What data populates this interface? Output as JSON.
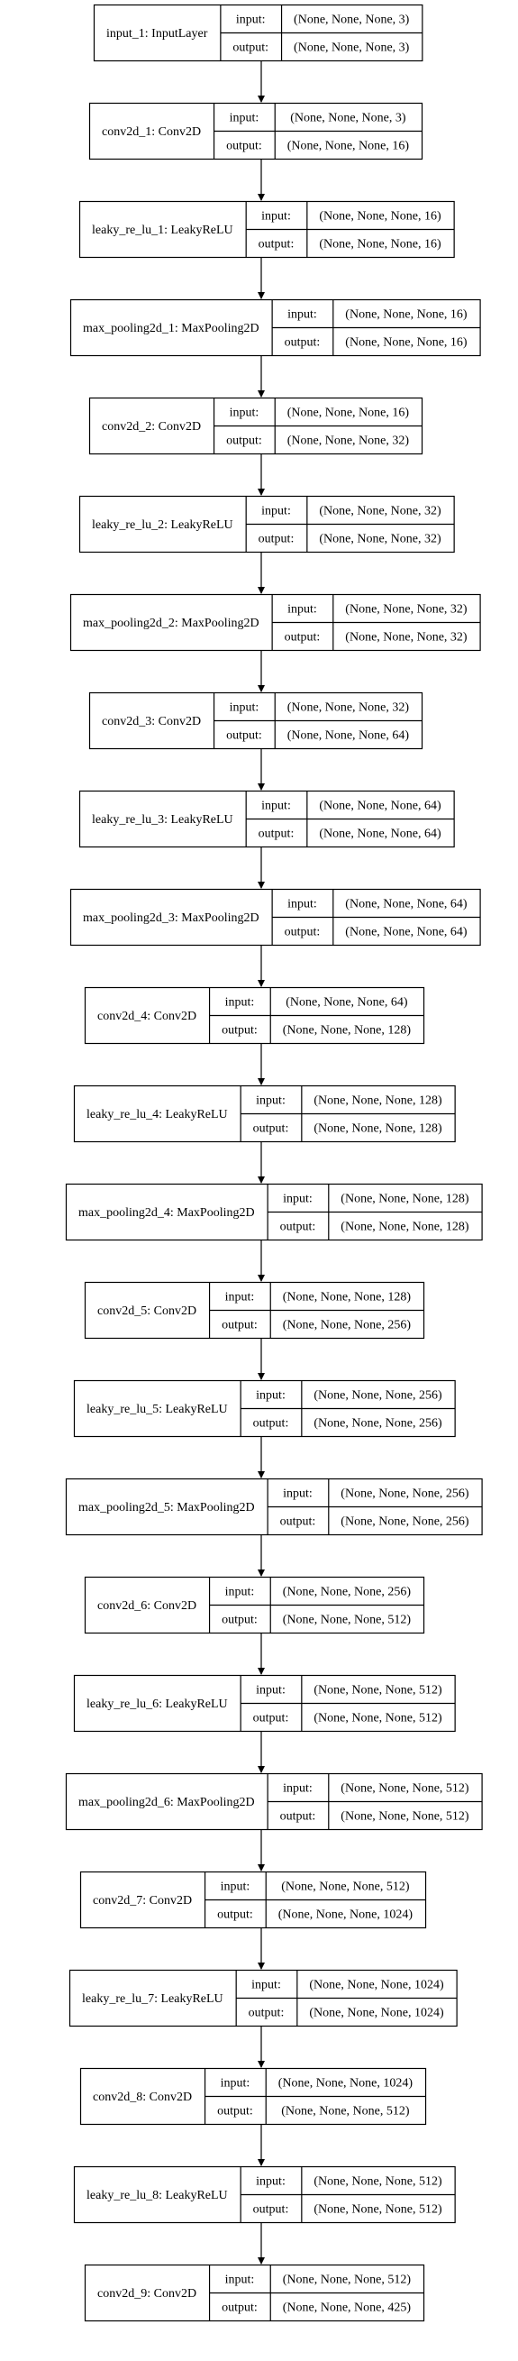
{
  "port_labels": {
    "input": "input:",
    "output": "output:"
  },
  "layers": [
    {
      "name": "input_1: InputLayer",
      "input": "(None, None, None, 3)",
      "output": "(None, None, None, 3)"
    },
    {
      "name": "conv2d_1: Conv2D",
      "input": "(None, None, None, 3)",
      "output": "(None, None, None, 16)"
    },
    {
      "name": "leaky_re_lu_1: LeakyReLU",
      "input": "(None, None, None, 16)",
      "output": "(None, None, None, 16)"
    },
    {
      "name": "max_pooling2d_1: MaxPooling2D",
      "input": "(None, None, None, 16)",
      "output": "(None, None, None, 16)"
    },
    {
      "name": "conv2d_2: Conv2D",
      "input": "(None, None, None, 16)",
      "output": "(None, None, None, 32)"
    },
    {
      "name": "leaky_re_lu_2: LeakyReLU",
      "input": "(None, None, None, 32)",
      "output": "(None, None, None, 32)"
    },
    {
      "name": "max_pooling2d_2: MaxPooling2D",
      "input": "(None, None, None, 32)",
      "output": "(None, None, None, 32)"
    },
    {
      "name": "conv2d_3: Conv2D",
      "input": "(None, None, None, 32)",
      "output": "(None, None, None, 64)"
    },
    {
      "name": "leaky_re_lu_3: LeakyReLU",
      "input": "(None, None, None, 64)",
      "output": "(None, None, None, 64)"
    },
    {
      "name": "max_pooling2d_3: MaxPooling2D",
      "input": "(None, None, None, 64)",
      "output": "(None, None, None, 64)"
    },
    {
      "name": "conv2d_4: Conv2D",
      "input": "(None, None, None, 64)",
      "output": "(None, None, None, 128)"
    },
    {
      "name": "leaky_re_lu_4: LeakyReLU",
      "input": "(None, None, None, 128)",
      "output": "(None, None, None, 128)"
    },
    {
      "name": "max_pooling2d_4: MaxPooling2D",
      "input": "(None, None, None, 128)",
      "output": "(None, None, None, 128)"
    },
    {
      "name": "conv2d_5: Conv2D",
      "input": "(None, None, None, 128)",
      "output": "(None, None, None, 256)"
    },
    {
      "name": "leaky_re_lu_5: LeakyReLU",
      "input": "(None, None, None, 256)",
      "output": "(None, None, None, 256)"
    },
    {
      "name": "max_pooling2d_5: MaxPooling2D",
      "input": "(None, None, None, 256)",
      "output": "(None, None, None, 256)"
    },
    {
      "name": "conv2d_6: Conv2D",
      "input": "(None, None, None, 256)",
      "output": "(None, None, None, 512)"
    },
    {
      "name": "leaky_re_lu_6: LeakyReLU",
      "input": "(None, None, None, 512)",
      "output": "(None, None, None, 512)"
    },
    {
      "name": "max_pooling2d_6: MaxPooling2D",
      "input": "(None, None, None, 512)",
      "output": "(None, None, None, 512)"
    },
    {
      "name": "conv2d_7: Conv2D",
      "input": "(None, None, None, 512)",
      "output": "(None, None, None, 1024)"
    },
    {
      "name": "leaky_re_lu_7: LeakyReLU",
      "input": "(None, None, None, 1024)",
      "output": "(None, None, None, 1024)"
    },
    {
      "name": "conv2d_8: Conv2D",
      "input": "(None, None, None, 1024)",
      "output": "(None, None, None, 512)"
    },
    {
      "name": "leaky_re_lu_8: LeakyReLU",
      "input": "(None, None, None, 512)",
      "output": "(None, None, None, 512)"
    },
    {
      "name": "conv2d_9: Conv2D",
      "input": "(None, None, None, 512)",
      "output": "(None, None, None, 425)"
    }
  ]
}
